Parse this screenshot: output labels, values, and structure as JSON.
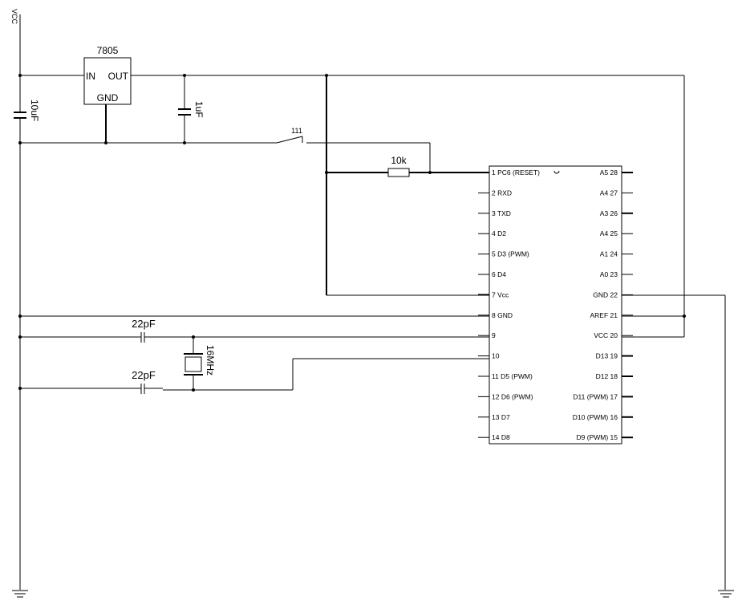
{
  "supply_label": "VCC",
  "regulator": {
    "part": "7805",
    "in": "IN",
    "out": "OUT",
    "gnd": "GND"
  },
  "capacitors": {
    "c_in": "10uF",
    "c_out": "1uF",
    "c_x1": "22pF",
    "c_x2": "22pF"
  },
  "switch_label": "111",
  "resistor_label": "10k",
  "crystal_label": "16MHz",
  "chip": {
    "left_pins": [
      "1 PC6 (RESET)",
      "2 RXD",
      "3 TXD",
      "4 D2",
      "5 D3 (PWM)",
      "6 D4",
      "7 Vcc",
      "8 GND",
      "9",
      "10",
      "11 D5 (PWM)",
      "12 D6 (PWM)",
      "13 D7",
      "14 D8"
    ],
    "right_pins": [
      "A5 28",
      "A4 27",
      "A3 26",
      "A4 25",
      "A1 24",
      "A0 23",
      "GND 22",
      "AREF 21",
      "VCC 20",
      "D13 19",
      "D12 18",
      "D11 (PWM) 17",
      "D10 (PWM) 16",
      "D9 (PWM) 15"
    ]
  }
}
